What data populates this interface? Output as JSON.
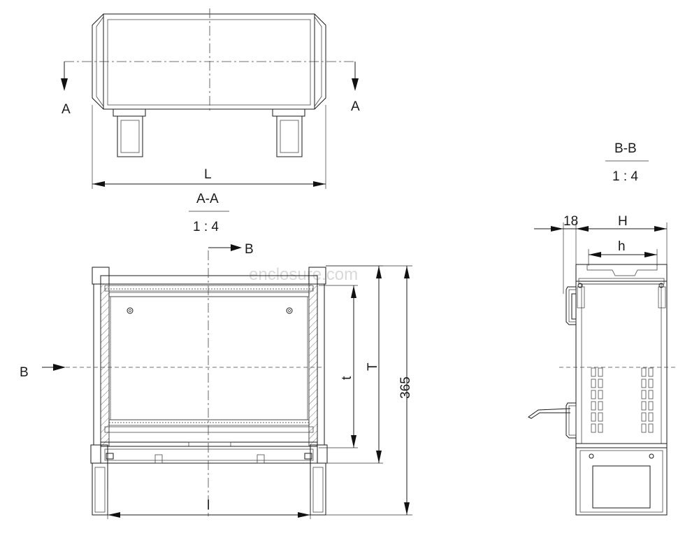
{
  "labels": {
    "section_a_left": "A",
    "section_a_right": "A",
    "dim_L": "L",
    "section_aa_title": "A-A",
    "section_aa_scale": "1 : 4",
    "section_b_top": "B",
    "section_b_left": "B",
    "dim_t": "t",
    "dim_T": "T",
    "dim_365": "365",
    "dim_l": "l",
    "section_bb_title": "B-B",
    "section_bb_scale": "1 : 4",
    "dim_18": "18",
    "dim_H": "H",
    "dim_h": "h"
  },
  "watermark": "enclosure.com"
}
